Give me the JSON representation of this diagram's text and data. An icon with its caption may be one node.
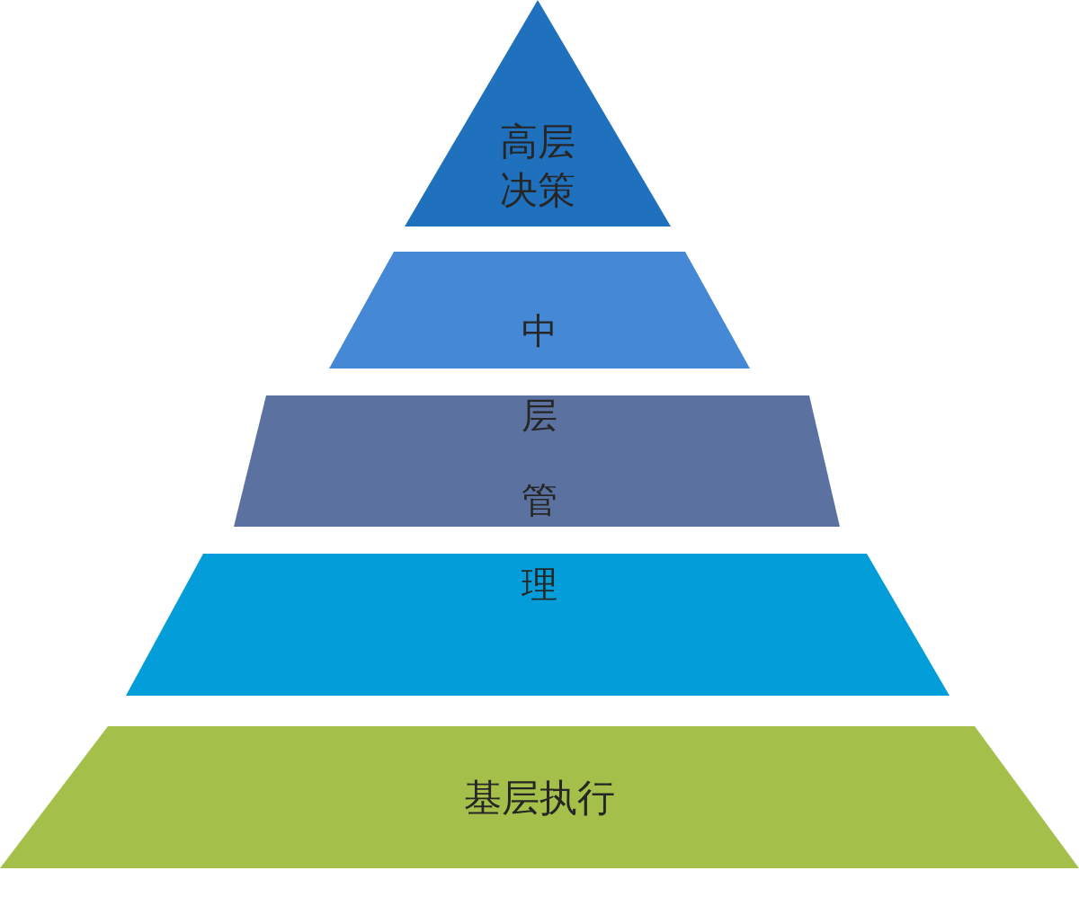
{
  "diagram": {
    "nodes": [
      {
        "text": [
          "高层决策"
        ]
      },
      {
        "text": [],
        "shape": "trapezoid"
      },
      {
        "text": [],
        "shape": "trapezoid"
      },
      {
        "text": [],
        "shape": "trapezoid"
      },
      {
        "text": [
          "基层执行"
        ]
      }
    ],
    "labels": [
      "中层管理"
    ]
  }
}
